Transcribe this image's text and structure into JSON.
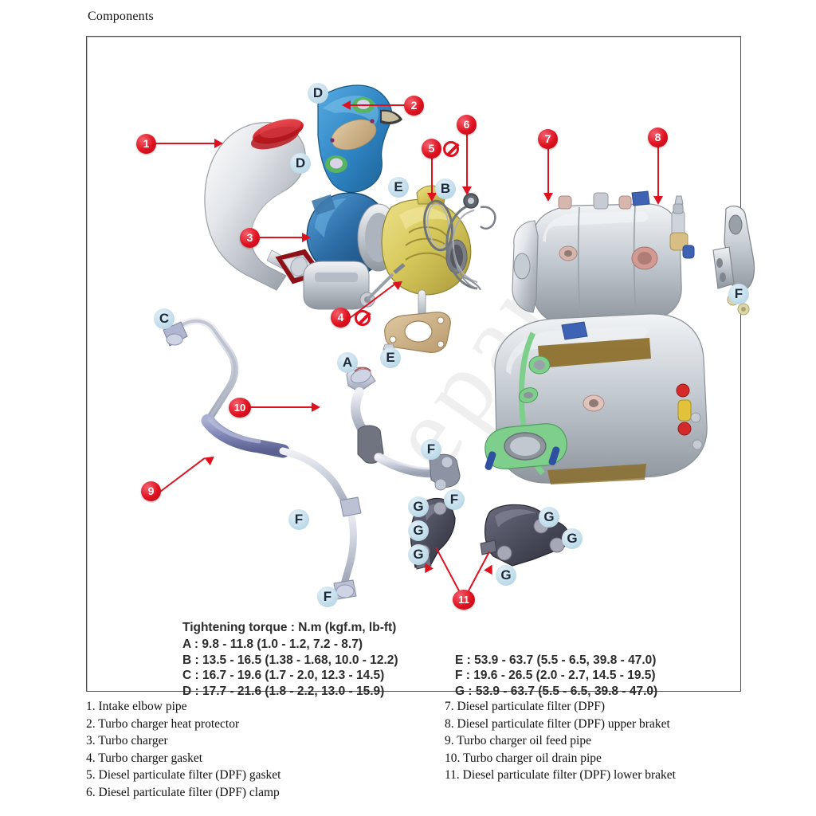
{
  "page": {
    "title": "Components",
    "watermark": "eparts"
  },
  "torque": {
    "heading": "Tightening torque : N.m (kgf.m, lb-ft)",
    "left": [
      "A : 9.8 - 11.8 (1.0 - 1.2, 7.2 - 8.7)",
      "B : 13.5 - 16.5 (1.38 - 1.68, 10.0 - 12.2)",
      "C : 16.7 - 19.6 (1.7 - 2.0, 12.3 - 14.5)",
      "D : 17.7 - 21.6 (1.8 - 2.2, 13.0 - 15.9)"
    ],
    "right": [
      "",
      "E : 53.9 - 63.7 (5.5 - 6.5, 39.8 - 47.0)",
      "F : 19.6 - 26.5 (2.0 - 2.7, 14.5 - 19.5)",
      "G : 53.9 - 63.7 (5.5 - 6.5, 39.8 - 47.0)"
    ]
  },
  "legend": {
    "left": [
      "1. Intake elbow pipe",
      "2. Turbo charger heat protector",
      "3. Turbo charger",
      "4. Turbo charger gasket",
      "5. Diesel particulate filter (DPF) gasket",
      "6. Diesel particulate filter (DPF) clamp"
    ],
    "right": [
      "7. Diesel particulate filter (DPF)",
      "8. Diesel particulate filter (DPF) upper braket",
      "9. Turbo charger oil feed pipe",
      "10. Turbo charger oil drain pipe",
      "11. Diesel particulate filter (DPF) lower braket"
    ]
  },
  "callouts": {
    "c1": "1",
    "c2": "2",
    "c3": "3",
    "c4": "4",
    "c5": "5",
    "c6": "6",
    "c7": "7",
    "c8": "8",
    "c9": "9",
    "c10": "10",
    "c11": "11"
  },
  "torque_markers": {
    "d1": "D",
    "d2": "D",
    "e1": "E",
    "e2": "E",
    "b1": "B",
    "f1": "F",
    "f2": "F",
    "f3": "F",
    "f4": "F",
    "f5": "F",
    "c1": "C",
    "a1": "A",
    "g1": "G",
    "g2": "G",
    "g3": "G",
    "g4": "G",
    "g5": "G",
    "g6": "G"
  },
  "colors": {
    "callout_red": "#e0111f",
    "marker_blue": "#bcd9e8",
    "turbo_compressor": "#2e6fa8",
    "turbo_turbine": "#d4c55a",
    "heat_protector": "#2f87c6",
    "dpf_body": "#b9bfc6",
    "gasket_green": "#7fcf8c",
    "bracket_dark": "#4b4c5c",
    "intake_red": "#cc1f27"
  }
}
